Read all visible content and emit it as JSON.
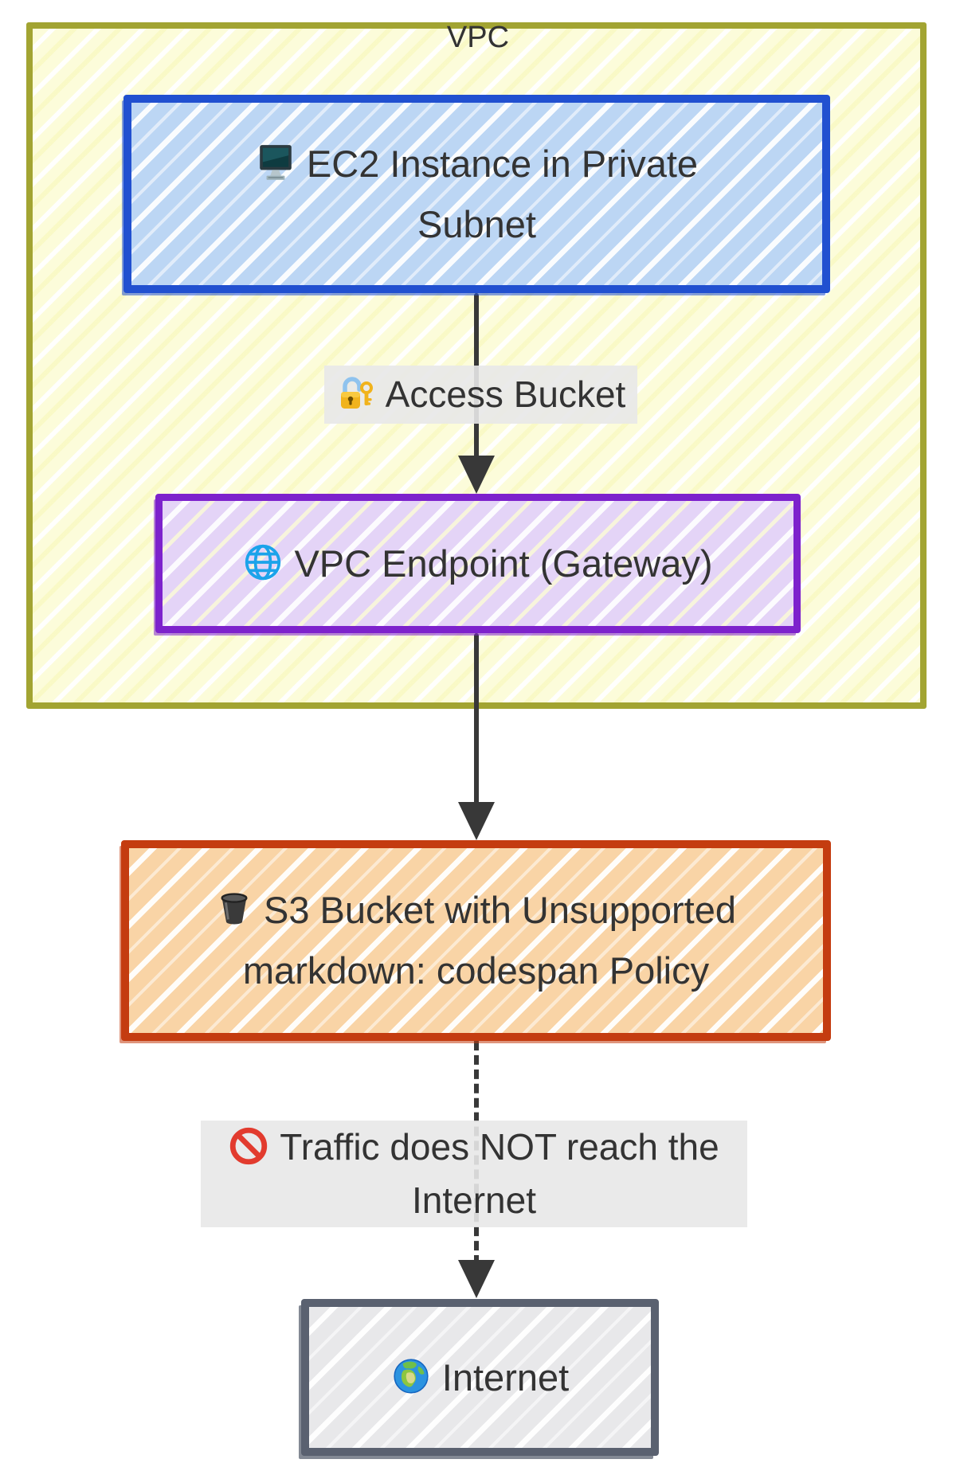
{
  "diagram": {
    "vpc": {
      "title": "VPC"
    },
    "nodes": {
      "ec2": {
        "icon": {
          "name": "desktop-computer-icon",
          "char": "🖥️"
        },
        "line1": "EC2 Instance in Private",
        "line2": "Subnet"
      },
      "endpoint": {
        "icon": {
          "name": "globe-with-meridians-icon",
          "char": "🌐"
        },
        "line1": "VPC Endpoint (Gateway)"
      },
      "s3": {
        "icon": {
          "name": "bucket-icon",
          "char": "🪣"
        },
        "line1": "S3 Bucket with Unsupported",
        "line2": "markdown: codespan Policy"
      },
      "internet": {
        "icon": {
          "name": "earth-globe-icon",
          "char": "🌍"
        },
        "line1": "Internet"
      }
    },
    "edges": {
      "access_bucket": {
        "icon": {
          "name": "locked-with-key-icon",
          "char": "🔐"
        },
        "line1": "Access Bucket",
        "line_style": "solid"
      },
      "traffic_blocked": {
        "icon": {
          "name": "prohibited-icon",
          "char": "🚫"
        },
        "line1": "Traffic does NOT reach the",
        "line2": "Internet",
        "line_style": "dashed"
      }
    },
    "colors": {
      "vpc_border": "#a2a432",
      "vpc_fill": "#fcfcda",
      "ec2_border": "#2150d0",
      "ec2_fill": "#bcd6f4",
      "endpoint_border": "#7d22cc",
      "endpoint_fill": "#e4d4f7",
      "s3_border": "#c43c10",
      "s3_fill": "#f9d4a6",
      "internet_border": "#5a6170",
      "internet_fill": "#e8e8ea",
      "edge_label_bg": "#e8e8e8",
      "arrow": "#383838",
      "text": "#333333"
    }
  }
}
